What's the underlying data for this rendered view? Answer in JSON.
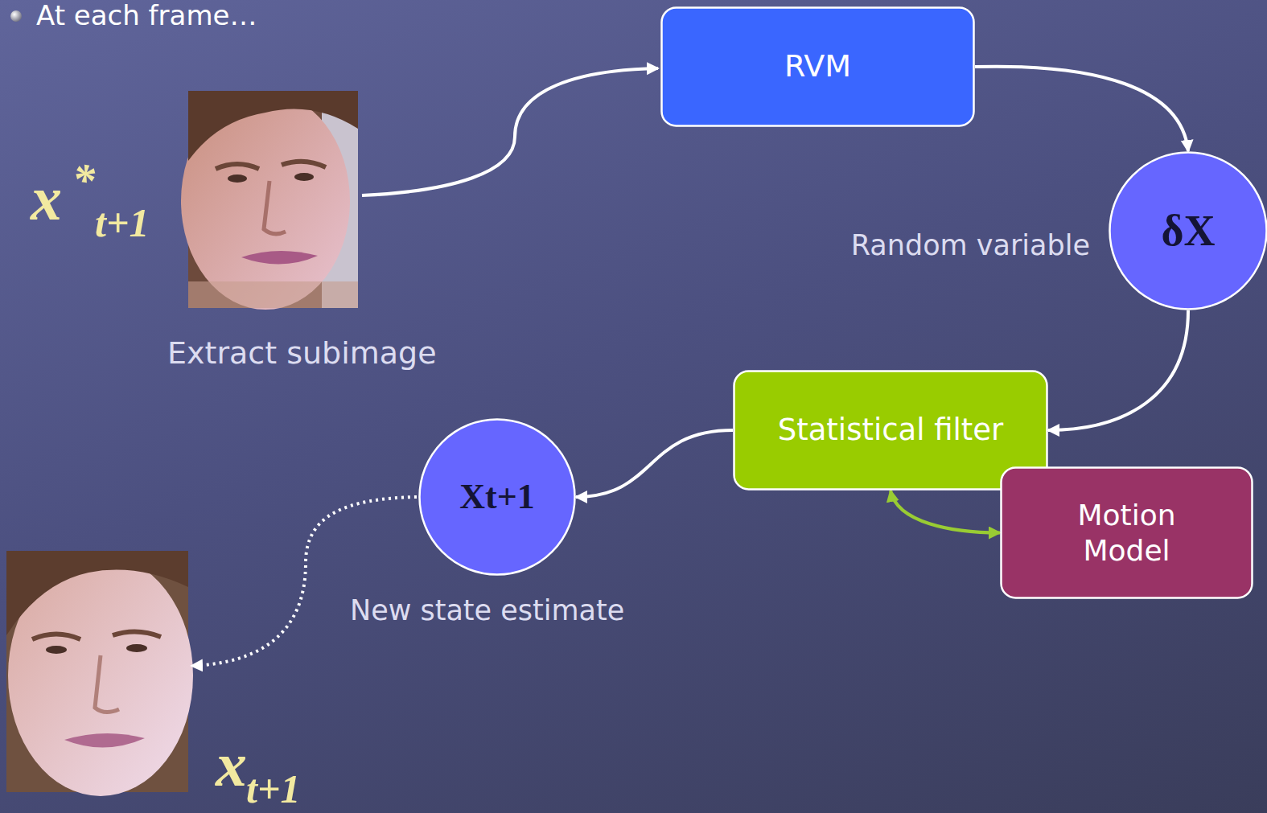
{
  "diagram": {
    "nodes": [
      {
        "text": [
          "RVM"
        ]
      },
      {
        "text": [
          "δX",
          "Random variable"
        ]
      },
      {
        "text": [
          "Statistical filter"
        ]
      },
      {
        "text": [
          "Motion Model"
        ]
      },
      {
        "text": [
          "Xt+1",
          "New state estimate"
        ]
      }
    ],
    "edges": [
      {
        "from": 0,
        "to": 1,
        "arrow": "to"
      },
      {
        "from": 1,
        "to": 2,
        "arrow": "to"
      },
      {
        "from": 2,
        "to": 4,
        "arrow": "to"
      },
      {
        "from": 2,
        "to": 3,
        "arrow": "both"
      }
    ],
    "labels": [
      "At each frame…",
      "x",
      "*",
      "t+1",
      "Extract subimage",
      "x",
      "t+1"
    ]
  }
}
